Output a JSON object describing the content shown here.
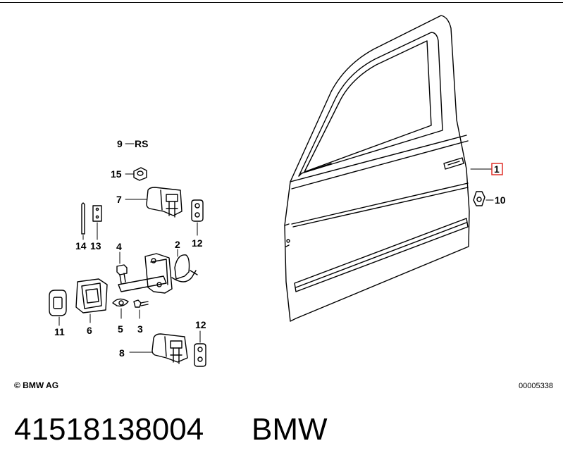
{
  "callouts": {
    "c1": "1",
    "c2": "2",
    "c3": "3",
    "c4": "4",
    "c5": "5",
    "c6": "6",
    "c7": "7",
    "c8": "8",
    "c9": "9",
    "c9_suffix": "RS",
    "c10": "10",
    "c11": "11",
    "c12a": "12",
    "c12b": "12",
    "c13": "13",
    "c14": "14",
    "c15": "15"
  },
  "highlight_color": "#e0302a",
  "copyright": "© BMW AG",
  "diagram_id": "00005338",
  "part_number": "41518138004",
  "brand": "BMW"
}
